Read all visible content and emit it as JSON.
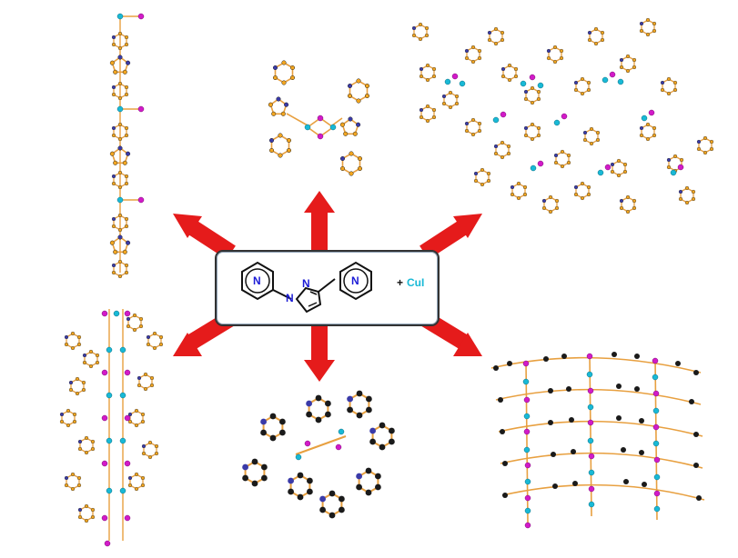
{
  "reagent": {
    "plus": "+",
    "cui": "CuI",
    "cui_color": "#18b9d6"
  },
  "ligand": {
    "ring_left_n": "N",
    "ring_right_n": "N",
    "pyrazole_n1": "N",
    "pyrazole_n2": "N"
  },
  "colors": {
    "arrow": "#e51b1b",
    "carbon": "#f2a51f",
    "carbon_dark": "#1a1a1a",
    "copper": "#18b9d6",
    "iodine": "#d21ac8",
    "nitrogen": "#3a3aa8",
    "bond": "#e8a040"
  },
  "panels": [
    {
      "name": "top-left-1d-chain"
    },
    {
      "name": "top-center-dimer"
    },
    {
      "name": "top-right-network"
    },
    {
      "name": "bottom-left-ladder"
    },
    {
      "name": "bottom-center-dimer"
    },
    {
      "name": "bottom-right-sheet"
    }
  ]
}
